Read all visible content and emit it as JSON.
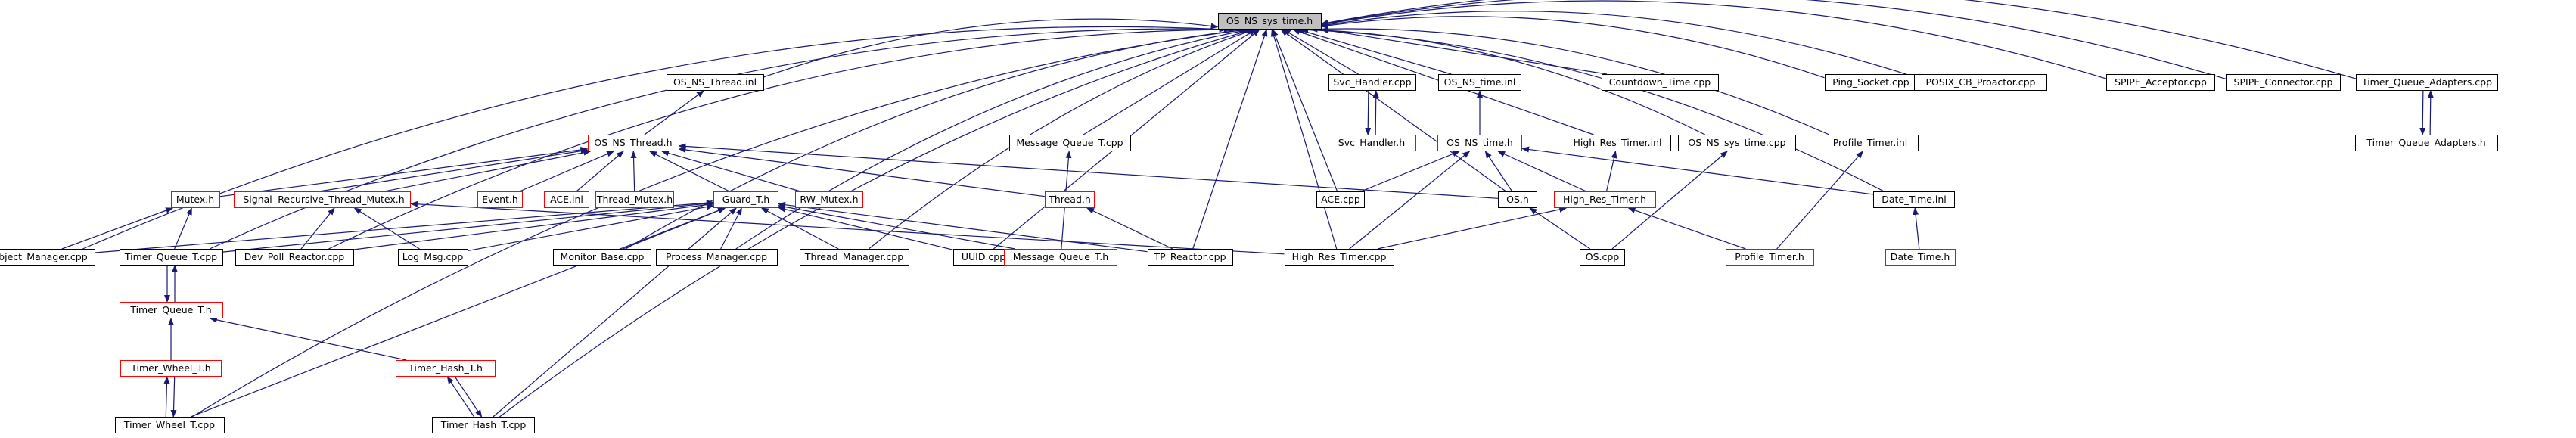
{
  "title": "OS_NS_sys_time.h",
  "nodes": [
    {
      "id": "root",
      "label": "OS_NS_sys_time.h",
      "kind": "root"
    },
    {
      "id": "osnsthread_inl",
      "label": "OS_NS_Thread.inl",
      "kind": "black"
    },
    {
      "id": "svc_handler_cpp",
      "label": "Svc_Handler.cpp",
      "kind": "black"
    },
    {
      "id": "osnstime_inl",
      "label": "OS_NS_time.inl",
      "kind": "black"
    },
    {
      "id": "countdown",
      "label": "Countdown_Time.cpp",
      "kind": "black"
    },
    {
      "id": "ping_socket",
      "label": "Ping_Socket.cpp",
      "kind": "black"
    },
    {
      "id": "posix_cb",
      "label": "POSIX_CB_Proactor.cpp",
      "kind": "black"
    },
    {
      "id": "spipe_acceptor",
      "label": "SPIPE_Acceptor.cpp",
      "kind": "black"
    },
    {
      "id": "spipe_connector",
      "label": "SPIPE_Connector.cpp",
      "kind": "black"
    },
    {
      "id": "tq_adapters_cpp",
      "label": "Timer_Queue_Adapters.cpp",
      "kind": "black"
    },
    {
      "id": "osnsthread_h",
      "label": "OS_NS_Thread.h",
      "kind": "red"
    },
    {
      "id": "message_queue_cpp",
      "label": "Message_Queue_T.cpp",
      "kind": "black"
    },
    {
      "id": "svc_handler_h",
      "label": "Svc_Handler.h",
      "kind": "red"
    },
    {
      "id": "osnstime_h",
      "label": "OS_NS_time.h",
      "kind": "red"
    },
    {
      "id": "hrt_inl",
      "label": "High_Res_Timer.inl",
      "kind": "black"
    },
    {
      "id": "osnssystime_cpp",
      "label": "OS_NS_sys_time.cpp",
      "kind": "black"
    },
    {
      "id": "profile_timer_inl",
      "label": "Profile_Timer.inl",
      "kind": "black"
    },
    {
      "id": "tq_adapters_h",
      "label": "Timer_Queue_Adapters.h",
      "kind": "black"
    },
    {
      "id": "mutex_h",
      "label": "Mutex.h",
      "kind": "red"
    },
    {
      "id": "signal_inl",
      "label": "Signal.inl",
      "kind": "red"
    },
    {
      "id": "rtm_h",
      "label": "Recursive_Thread_Mutex.h",
      "kind": "red"
    },
    {
      "id": "event_h",
      "label": "Event.h",
      "kind": "red"
    },
    {
      "id": "ace_inl",
      "label": "ACE.inl",
      "kind": "red"
    },
    {
      "id": "thread_mutex_h",
      "label": "Thread_Mutex.h",
      "kind": "red"
    },
    {
      "id": "guard_h",
      "label": "Guard_T.h",
      "kind": "red"
    },
    {
      "id": "rw_mutex_h",
      "label": "RW_Mutex.h",
      "kind": "red"
    },
    {
      "id": "thread_h",
      "label": "Thread.h",
      "kind": "red"
    },
    {
      "id": "ace_cpp",
      "label": "ACE.cpp",
      "kind": "black"
    },
    {
      "id": "os_h",
      "label": "OS.h",
      "kind": "black"
    },
    {
      "id": "hrt_h",
      "label": "High_Res_Timer.h",
      "kind": "red"
    },
    {
      "id": "date_time_inl",
      "label": "Date_Time.inl",
      "kind": "black"
    },
    {
      "id": "object_manager",
      "label": "Object_Manager.cpp",
      "kind": "black"
    },
    {
      "id": "timer_queue_cpp",
      "label": "Timer_Queue_T.cpp",
      "kind": "black"
    },
    {
      "id": "dev_poll",
      "label": "Dev_Poll_Reactor.cpp",
      "kind": "black"
    },
    {
      "id": "log_msg",
      "label": "Log_Msg.cpp",
      "kind": "black"
    },
    {
      "id": "monitor_base",
      "label": "Monitor_Base.cpp",
      "kind": "black"
    },
    {
      "id": "process_manager",
      "label": "Process_Manager.cpp",
      "kind": "black"
    },
    {
      "id": "thread_manager",
      "label": "Thread_Manager.cpp",
      "kind": "black"
    },
    {
      "id": "uuid",
      "label": "UUID.cpp",
      "kind": "black"
    },
    {
      "id": "message_queue_h",
      "label": "Message_Queue_T.h",
      "kind": "red"
    },
    {
      "id": "tp_reactor",
      "label": "TP_Reactor.cpp",
      "kind": "black"
    },
    {
      "id": "hrt_cpp",
      "label": "High_Res_Timer.cpp",
      "kind": "black"
    },
    {
      "id": "os_cpp",
      "label": "OS.cpp",
      "kind": "black"
    },
    {
      "id": "profile_timer_h",
      "label": "Profile_Timer.h",
      "kind": "red"
    },
    {
      "id": "date_time_h",
      "label": "Date_Time.h",
      "kind": "red"
    },
    {
      "id": "timer_queue_h",
      "label": "Timer_Queue_T.h",
      "kind": "red"
    },
    {
      "id": "timer_wheel_h",
      "label": "Timer_Wheel_T.h",
      "kind": "red"
    },
    {
      "id": "timer_hash_h",
      "label": "Timer_Hash_T.h",
      "kind": "red"
    },
    {
      "id": "timer_wheel_cpp",
      "label": "Timer_Wheel_T.cpp",
      "kind": "black"
    },
    {
      "id": "timer_hash_cpp",
      "label": "Timer_Hash_T.cpp",
      "kind": "black"
    }
  ],
  "edges": [
    [
      "osnsthread_inl",
      "root"
    ],
    [
      "svc_handler_cpp",
      "root"
    ],
    [
      "osnstime_inl",
      "root"
    ],
    [
      "countdown",
      "root"
    ],
    [
      "ping_socket",
      "root"
    ],
    [
      "posix_cb",
      "root"
    ],
    [
      "spipe_acceptor",
      "root"
    ],
    [
      "spipe_connector",
      "root"
    ],
    [
      "tq_adapters_cpp",
      "root"
    ],
    [
      "hrt_inl",
      "root"
    ],
    [
      "osnssystime_cpp",
      "root"
    ],
    [
      "profile_timer_inl",
      "root"
    ],
    [
      "message_queue_cpp",
      "root"
    ],
    [
      "ace_cpp",
      "root"
    ],
    [
      "os_h",
      "root"
    ],
    [
      "date_time_inl",
      "root"
    ],
    [
      "object_manager",
      "root"
    ],
    [
      "timer_queue_cpp",
      "root"
    ],
    [
      "dev_poll",
      "root"
    ],
    [
      "monitor_base",
      "root"
    ],
    [
      "process_manager",
      "root"
    ],
    [
      "thread_manager",
      "root"
    ],
    [
      "uuid",
      "root"
    ],
    [
      "tp_reactor",
      "root"
    ],
    [
      "hrt_cpp",
      "root"
    ],
    [
      "timer_wheel_cpp",
      "root"
    ],
    [
      "timer_hash_cpp",
      "root"
    ],
    [
      "osnsthread_h",
      "osnsthread_inl"
    ],
    [
      "svc_handler_h",
      "svc_handler_cpp"
    ],
    [
      "svc_handler_cpp",
      "svc_handler_h"
    ],
    [
      "osnstime_h",
      "osnstime_inl"
    ],
    [
      "tq_adapters_h",
      "tq_adapters_cpp"
    ],
    [
      "tq_adapters_cpp",
      "tq_adapters_h"
    ],
    [
      "mutex_h",
      "osnsthread_h"
    ],
    [
      "signal_inl",
      "osnsthread_h"
    ],
    [
      "rtm_h",
      "osnsthread_h"
    ],
    [
      "event_h",
      "osnsthread_h"
    ],
    [
      "ace_inl",
      "osnsthread_h"
    ],
    [
      "thread_mutex_h",
      "osnsthread_h"
    ],
    [
      "guard_h",
      "osnsthread_h"
    ],
    [
      "rw_mutex_h",
      "osnsthread_h"
    ],
    [
      "thread_h",
      "osnsthread_h"
    ],
    [
      "os_h",
      "osnsthread_h"
    ],
    [
      "ace_cpp",
      "osnstime_h"
    ],
    [
      "os_h",
      "osnstime_h"
    ],
    [
      "hrt_h",
      "osnstime_h"
    ],
    [
      "date_time_inl",
      "osnstime_h"
    ],
    [
      "hrt_cpp",
      "osnstime_h"
    ],
    [
      "hrt_h",
      "hrt_inl"
    ],
    [
      "os_cpp",
      "osnssystime_cpp"
    ],
    [
      "profile_timer_h",
      "profile_timer_inl"
    ],
    [
      "message_queue_h",
      "message_queue_cpp"
    ],
    [
      "object_manager",
      "mutex_h"
    ],
    [
      "timer_queue_cpp",
      "mutex_h"
    ],
    [
      "dev_poll",
      "rtm_h"
    ],
    [
      "log_msg",
      "rtm_h"
    ],
    [
      "object_manager",
      "guard_h"
    ],
    [
      "timer_queue_cpp",
      "guard_h"
    ],
    [
      "dev_poll",
      "guard_h"
    ],
    [
      "log_msg",
      "guard_h"
    ],
    [
      "monitor_base",
      "guard_h"
    ],
    [
      "process_manager",
      "guard_h"
    ],
    [
      "thread_manager",
      "guard_h"
    ],
    [
      "uuid",
      "guard_h"
    ],
    [
      "message_queue_h",
      "guard_h"
    ],
    [
      "tp_reactor",
      "guard_h"
    ],
    [
      "timer_wheel_cpp",
      "guard_h"
    ],
    [
      "timer_hash_cpp",
      "guard_h"
    ],
    [
      "hrt_cpp",
      "rtm_h"
    ],
    [
      "tp_reactor",
      "thread_h"
    ],
    [
      "os_cpp",
      "os_h"
    ],
    [
      "hrt_cpp",
      "hrt_h"
    ],
    [
      "profile_timer_h",
      "hrt_h"
    ],
    [
      "date_time_h",
      "date_time_inl"
    ],
    [
      "timer_queue_h",
      "timer_queue_cpp"
    ],
    [
      "timer_queue_cpp",
      "timer_queue_h"
    ],
    [
      "timer_wheel_h",
      "timer_queue_h"
    ],
    [
      "timer_hash_h",
      "timer_queue_h"
    ],
    [
      "timer_wheel_cpp",
      "timer_wheel_h"
    ],
    [
      "timer_wheel_h",
      "timer_wheel_cpp"
    ],
    [
      "timer_hash_cpp",
      "timer_hash_h"
    ],
    [
      "timer_hash_h",
      "timer_hash_cpp"
    ]
  ],
  "colors": {
    "edge": "#191970",
    "red_border": "#ff0000",
    "root_fill": "#bfbfbf"
  }
}
